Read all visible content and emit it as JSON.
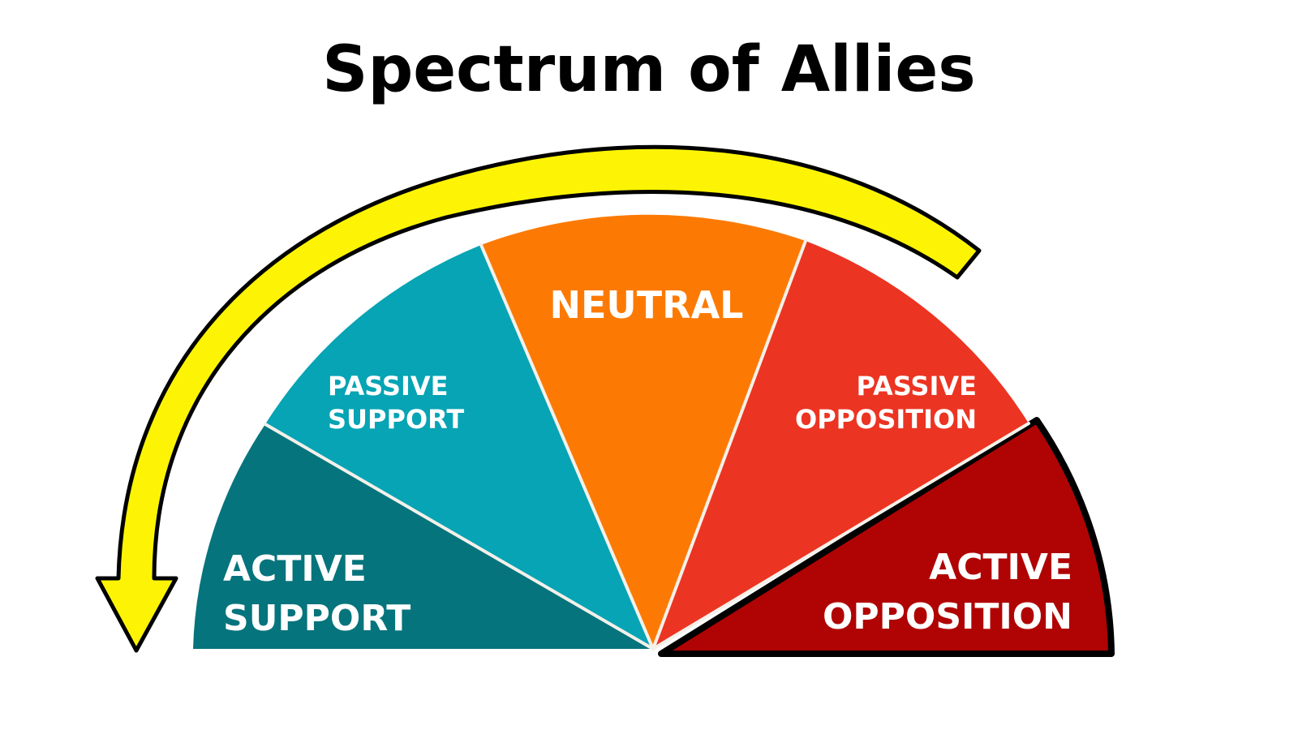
{
  "title": "Spectrum of Allies",
  "colors": {
    "active_support": "#06747c",
    "passive_support": "#06a4b4",
    "neutral": "#fc7a04",
    "passive_opposition": "#ec3422",
    "active_opposition": "#b00404",
    "arrow": "#fcf404",
    "outline": "#000000",
    "text": "#ffffff"
  },
  "segments": [
    {
      "id": "active_support",
      "line1": "ACTIVE",
      "line2": "SUPPORT"
    },
    {
      "id": "passive_support",
      "line1": "PASSIVE",
      "line2": "SUPPORT"
    },
    {
      "id": "neutral",
      "line1": "NEUTRAL",
      "line2": ""
    },
    {
      "id": "passive_opposition",
      "line1": "PASSIVE",
      "line2": "OPPOSITION"
    },
    {
      "id": "active_opposition",
      "line1": "ACTIVE",
      "line2": "OPPOSITION"
    }
  ],
  "arrow": {
    "direction": "counter-clockwise",
    "icon": "curved-arrow-icon"
  }
}
